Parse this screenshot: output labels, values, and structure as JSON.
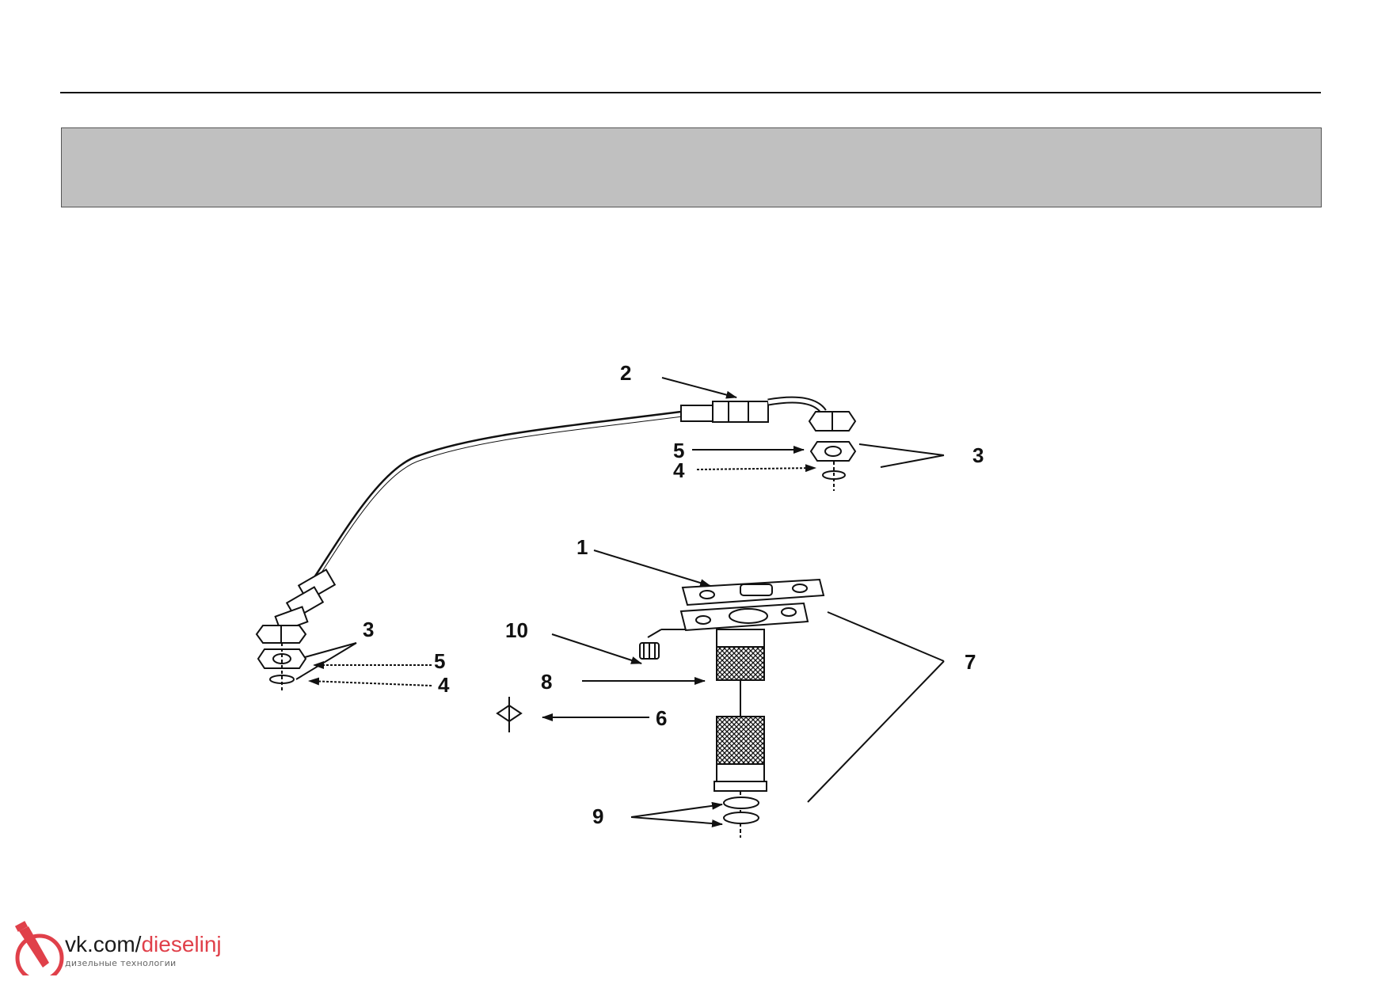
{
  "header": {
    "band_text": ""
  },
  "callouts": {
    "c1": "1",
    "c2": "2",
    "c3_top": "3",
    "c3_left": "3",
    "c4_top": "4",
    "c4_left": "4",
    "c5_top": "5",
    "c5_left": "5",
    "c6": "6",
    "c7": "7",
    "c8": "8",
    "c9": "9",
    "c10": "10"
  },
  "watermark": {
    "prefix": "vk.com/",
    "accent": "dieselinj",
    "subtitle": "дизельные технологии",
    "accent_color": "#e0404a",
    "icon": "injector-logo-icon"
  },
  "colors": {
    "line": "#111111",
    "band": "#c0c0c0"
  }
}
